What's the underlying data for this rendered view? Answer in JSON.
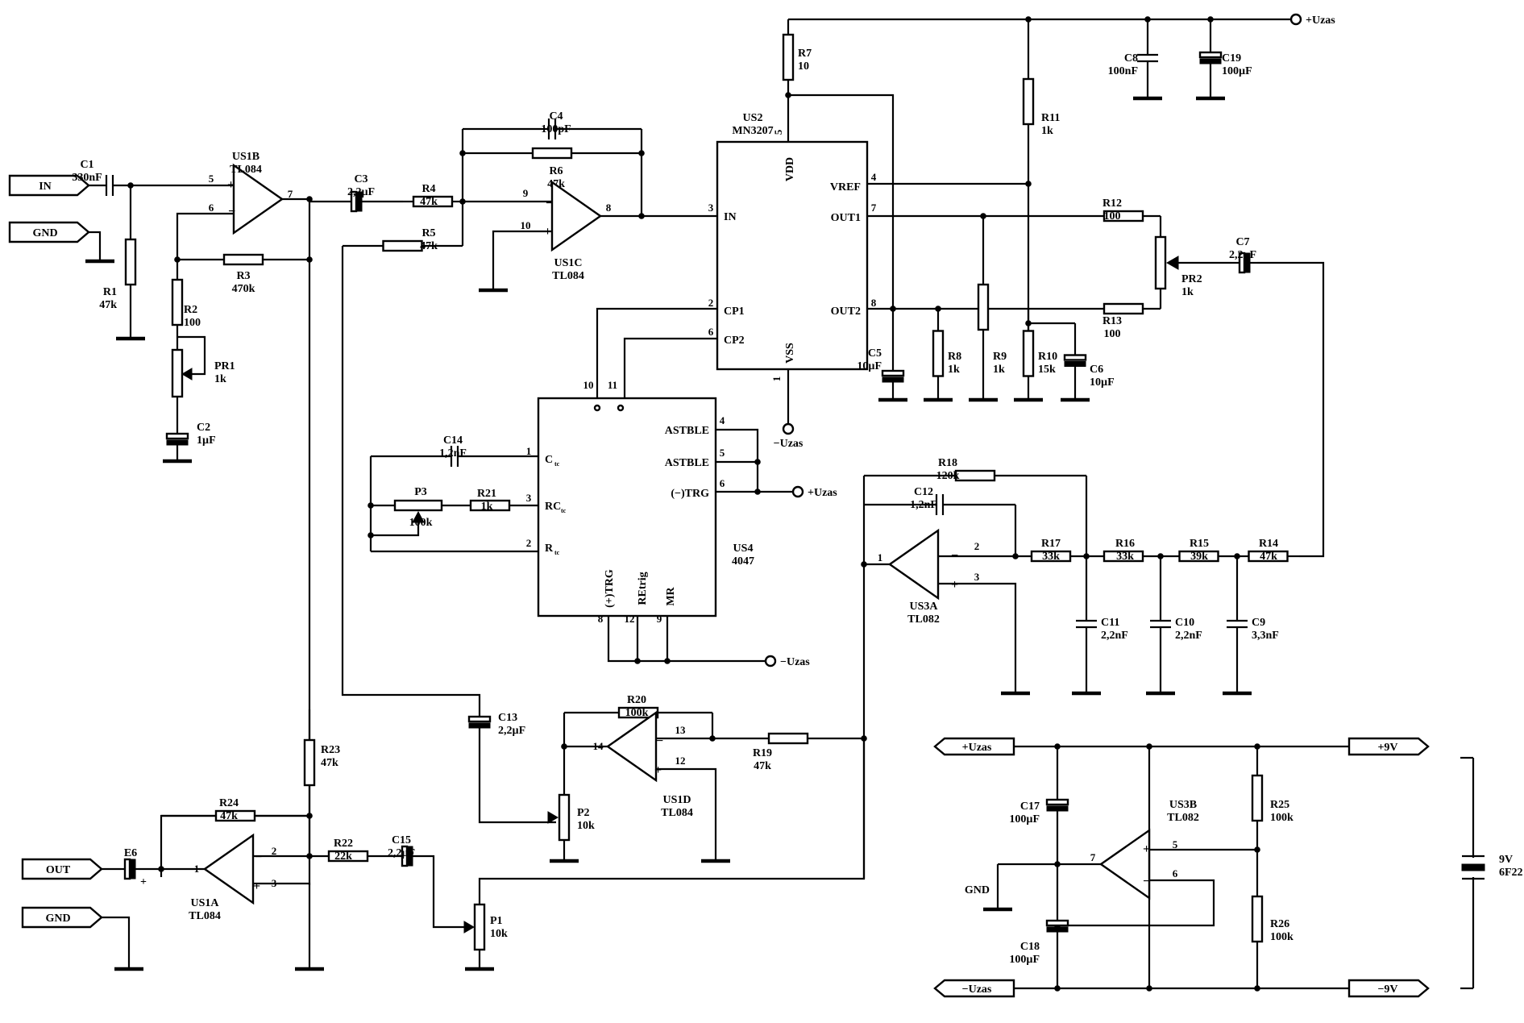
{
  "terminals": {
    "in": "IN",
    "gnd_in": "GND",
    "out": "OUT",
    "gnd_out": "GND",
    "vplus_ps": "+Uzas",
    "vminus_ps": "−Uzas",
    "p9v": "+9V",
    "m9v": "−9V",
    "gnd_ps": "GND"
  },
  "supply_labels": {
    "vplus": "+Uzas",
    "vminus": "−Uzas"
  },
  "ics": {
    "us1b": {
      "name": "US1B",
      "type": "TL084",
      "pins": [
        "5",
        "6",
        "7"
      ]
    },
    "us1c": {
      "name": "US1C",
      "type": "TL084",
      "pins": [
        "9",
        "10",
        "8"
      ]
    },
    "us1d": {
      "name": "US1D",
      "type": "TL084",
      "pins": [
        "13",
        "12",
        "14"
      ]
    },
    "us1a": {
      "name": "US1A",
      "type": "TL084",
      "pins": [
        "2",
        "3",
        "1"
      ]
    },
    "us3a": {
      "name": "US3A",
      "type": "TL082",
      "pins": [
        "2",
        "3",
        "1"
      ]
    },
    "us3b": {
      "name": "US3B",
      "type": "TL082",
      "pins": [
        "5",
        "6",
        "7"
      ]
    },
    "us2": {
      "name": "US2",
      "type": "MN3207",
      "pin_names": [
        "VDD",
        "VREF",
        "IN",
        "OUT1",
        "CP1",
        "OUT2",
        "CP2",
        "VSS"
      ],
      "pin_numbers": [
        "5",
        "4",
        "3",
        "7",
        "2",
        "8",
        "6",
        "1"
      ]
    },
    "us4": {
      "name": "US4",
      "type": "4047",
      "pin_names": [
        "ASTBLE",
        "ASTBLE",
        "(−)TRG",
        "(+)TRG",
        "REtrig",
        "MR"
      ],
      "pin_numbers": [
        "10",
        "11",
        "4",
        "5",
        "6",
        "1",
        "3",
        "2",
        "8",
        "12",
        "9"
      ],
      "rc_pins": [
        "C",
        "RC",
        "R"
      ],
      "rc_subs": [
        "tc",
        "tc",
        "tc"
      ]
    }
  },
  "components": {
    "c1": [
      "C1",
      "330nF"
    ],
    "c2": [
      "C2",
      "1µF"
    ],
    "c3": [
      "C3",
      "2,2µF"
    ],
    "c4": [
      "C4",
      "100pF"
    ],
    "c5": [
      "C5",
      "10µF"
    ],
    "c6": [
      "C6",
      "10µF"
    ],
    "c7": [
      "C7",
      "2,2µF"
    ],
    "c8": [
      "C8",
      "100nF"
    ],
    "c9": [
      "C9",
      "3,3nF"
    ],
    "c10": [
      "C10",
      "2,2nF"
    ],
    "c11": [
      "C11",
      "2,2nF"
    ],
    "c12": [
      "C12",
      "1,2nF"
    ],
    "c13": [
      "C13",
      "2,2µF"
    ],
    "c14": [
      "C14",
      "1,2nF"
    ],
    "c15": [
      "C15",
      "2,2µF"
    ],
    "c17": [
      "C17",
      "100µF"
    ],
    "c18": [
      "C18",
      "100µF"
    ],
    "c19": [
      "C19",
      "100µF"
    ],
    "e6": [
      "E6",
      ""
    ],
    "r1": [
      "R1",
      "47k"
    ],
    "r2": [
      "R2",
      "100"
    ],
    "r3": [
      "R3",
      "470k"
    ],
    "r4": [
      "R4",
      "47k"
    ],
    "r5": [
      "R5",
      "47k"
    ],
    "r6": [
      "R6",
      "47k"
    ],
    "r7": [
      "R7",
      "10"
    ],
    "r8": [
      "R8",
      "1k"
    ],
    "r9": [
      "R9",
      "1k"
    ],
    "r10": [
      "R10",
      "15k"
    ],
    "r11": [
      "R11",
      "1k"
    ],
    "r12": [
      "R12",
      "100"
    ],
    "r13": [
      "R13",
      "100"
    ],
    "r14": [
      "R14",
      "47k"
    ],
    "r15": [
      "R15",
      "39k"
    ],
    "r16": [
      "R16",
      "33k"
    ],
    "r17": [
      "R17",
      "33k"
    ],
    "r18": [
      "R18",
      "120k"
    ],
    "r19": [
      "R19",
      "47k"
    ],
    "r20": [
      "R20",
      "100k"
    ],
    "r21": [
      "R21",
      "1k"
    ],
    "r22": [
      "R22",
      "22k"
    ],
    "r23": [
      "R23",
      "47k"
    ],
    "r24": [
      "R24",
      "47k"
    ],
    "r25": [
      "R25",
      "100k"
    ],
    "r26": [
      "R26",
      "100k"
    ],
    "pr1": [
      "PR1",
      "1k"
    ],
    "pr2": [
      "PR2",
      "1k"
    ],
    "p1": [
      "P1",
      "10k"
    ],
    "p2": [
      "P2",
      "10k"
    ],
    "p3": [
      "P3",
      "100k"
    ]
  },
  "battery": {
    "voltage": "9V",
    "type": "6F22"
  }
}
